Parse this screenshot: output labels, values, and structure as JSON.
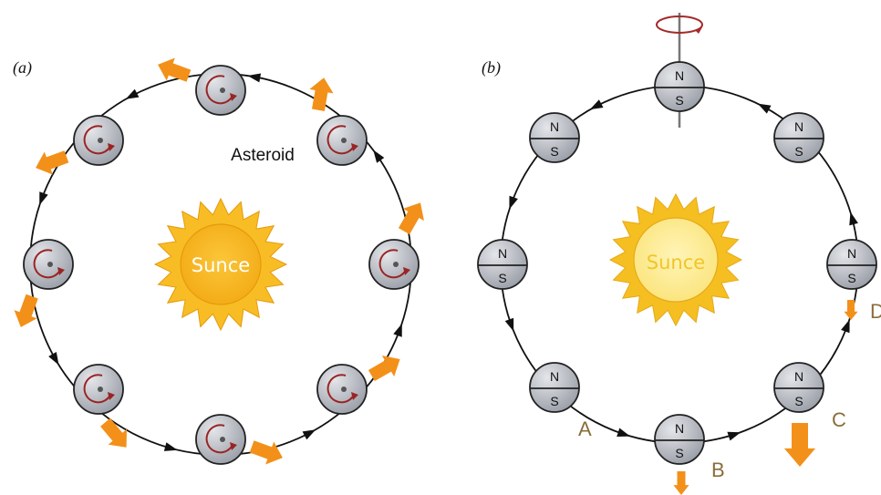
{
  "panel_a": {
    "label": "(a)",
    "asteroid_label": "Asteroid",
    "sun_label": "Sunce"
  },
  "panel_b": {
    "label": "(b)",
    "sun_label": "Sunce",
    "pole_north": "N",
    "pole_south": "S",
    "points": [
      "A",
      "B",
      "C",
      "D"
    ]
  },
  "colors": {
    "arrow": "#f39019",
    "sun_a": "#f6b81d",
    "sun_b": "#fdeb8b",
    "asteroid": "#b3b7bf",
    "spin": "#9a2424"
  },
  "icons": [
    "sun-icon",
    "asteroid-icon",
    "orange-arrow-icon",
    "rotation-arrow-icon",
    "spin-axis-icon"
  ]
}
